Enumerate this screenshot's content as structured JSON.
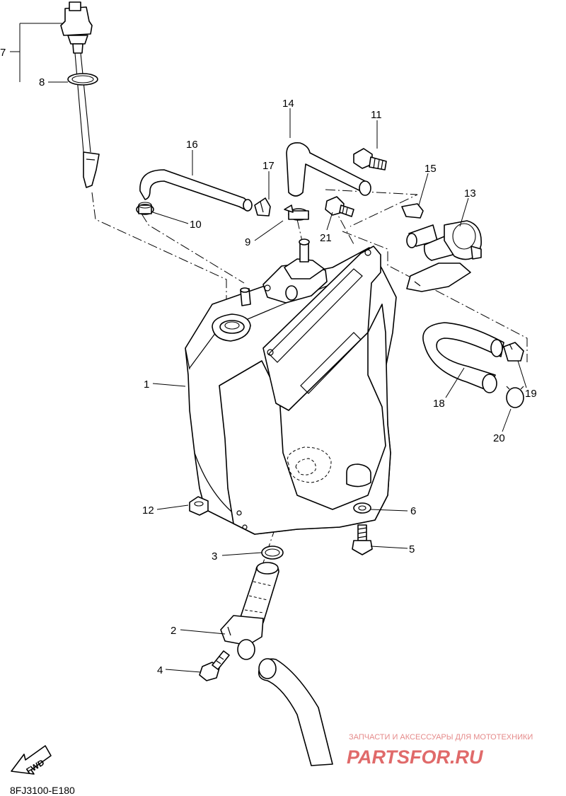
{
  "callouts": {
    "n1": "1",
    "n2": "2",
    "n3": "3",
    "n4": "4",
    "n5": "5",
    "n6": "6",
    "n7": "7",
    "n8": "8",
    "n9": "9",
    "n10": "10",
    "n11": "11",
    "n12": "12",
    "n13": "13",
    "n14": "14",
    "n15": "15",
    "n16": "16",
    "n17": "17",
    "n18": "18",
    "n19": "19",
    "n20": "20",
    "n21": "21"
  },
  "fwd_label": "FWD",
  "diagram_code": "8FJ3100-E180",
  "watermark": {
    "tagline": "ЗАПЧАСТИ И АКСЕССУАРЫ ДЛЯ МОТОТЕХНИКИ",
    "brand": "PARTSFOR.RU",
    "color": "#e06a6a"
  }
}
